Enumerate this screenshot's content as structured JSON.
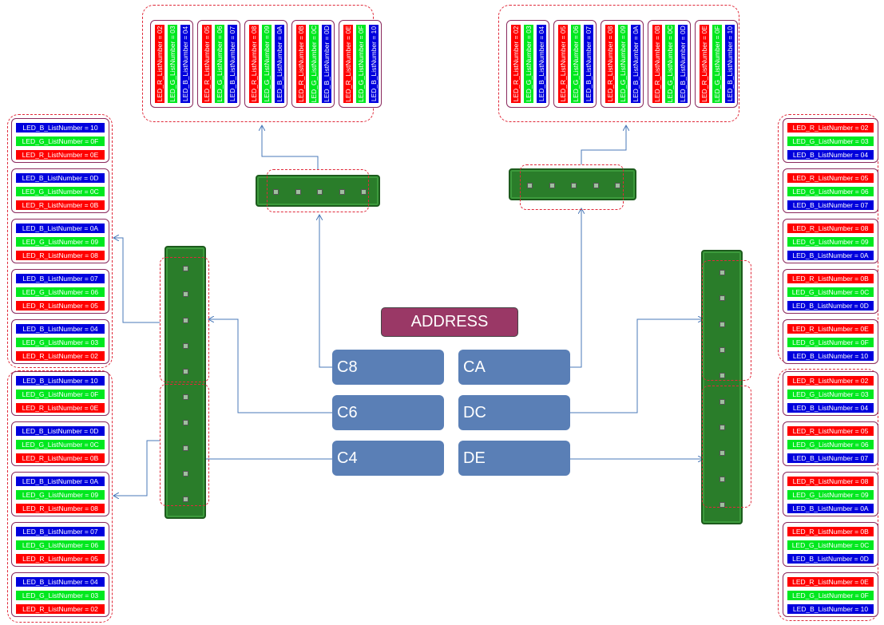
{
  "title": "ADDRESS",
  "addresses": {
    "left": [
      "C8",
      "C6",
      "C4"
    ],
    "right": [
      "CA",
      "DC",
      "DE"
    ]
  },
  "left_groups": [
    [
      "LED_B_ListNumber = 10",
      "LED_G_ListNumber = 0F",
      "LED_R_ListNumber = 0E"
    ],
    [
      "LED_B_ListNumber = 0D",
      "LED_G_ListNumber = 0C",
      "LED_R_ListNumber = 0B"
    ],
    [
      "LED_B_ListNumber = 0A",
      "LED_G_ListNumber = 09",
      "LED_R_ListNumber = 08"
    ],
    [
      "LED_B_ListNumber = 07",
      "LED_G_ListNumber = 06",
      "LED_R_ListNumber = 05"
    ],
    [
      "LED_B_ListNumber = 04",
      "LED_G_ListNumber = 03",
      "LED_R_ListNumber = 02"
    ]
  ],
  "right_groups": [
    [
      "LED_R_ListNumber = 02",
      "LED_G_ListNumber = 03",
      "LED_B_ListNumber = 04"
    ],
    [
      "LED_R_ListNumber = 05",
      "LED_G_ListNumber = 06",
      "LED_B_ListNumber = 07"
    ],
    [
      "LED_R_ListNumber = 08",
      "LED_G_ListNumber = 09",
      "LED_B_ListNumber = 0A"
    ],
    [
      "LED_R_ListNumber = 0B",
      "LED_G_ListNumber = 0C",
      "LED_B_ListNumber = 0D"
    ],
    [
      "LED_R_ListNumber = 0E",
      "LED_G_ListNumber = 0F",
      "LED_B_ListNumber = 10"
    ]
  ],
  "top_groups": [
    [
      "LED_R_ListNumber = 02",
      "LED_G_ListNumber = 03",
      "LED_B_ListNumber = 04"
    ],
    [
      "LED_R_ListNumber = 05",
      "LED_G_ListNumber = 06",
      "LED_B_ListNumber = 07"
    ],
    [
      "LED_R_ListNumber = 08",
      "LED_G_ListNumber = 09",
      "LED_B_ListNumber = 0A"
    ],
    [
      "LED_R_ListNumber = 0B",
      "LED_G_ListNumber = 0C",
      "LED_B_ListNumber = 0D"
    ],
    [
      "LED_R_ListNumber = 0E",
      "LED_G_ListNumber = 0F",
      "LED_B_ListNumber = 10"
    ]
  ],
  "colors": {
    "red": "#ff0000",
    "green": "#00e81f",
    "blue": "#0000dd",
    "address_box": "#5a7fb6",
    "title_box": "#9a3866",
    "dashed_outline": "#e02a3a",
    "group_border": "#8a2a5e",
    "connector": "#4a78b8",
    "led_strip": "#2a7d2a"
  }
}
